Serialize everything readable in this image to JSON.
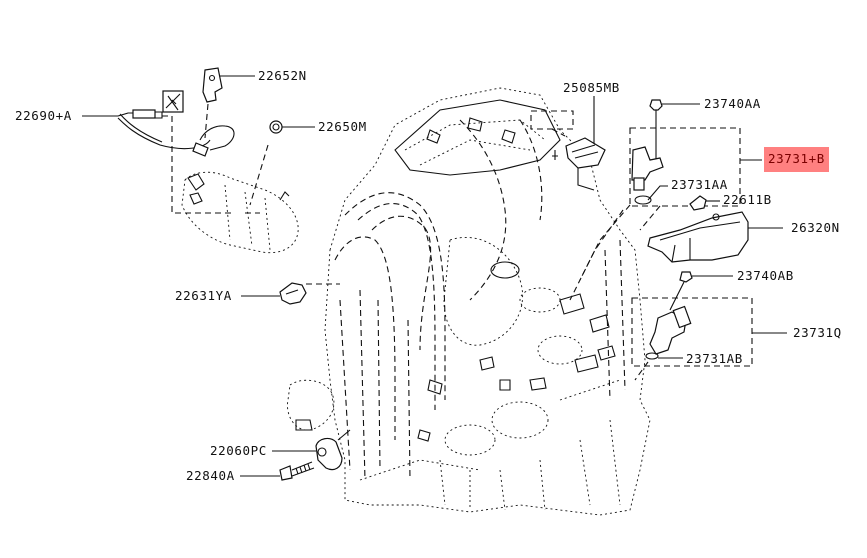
{
  "diagram": {
    "title": "Engine sensor parts diagram",
    "highlight_color": "#ff8080",
    "highlight_text_color": "#7a0000",
    "callouts": [
      {
        "id": "22652N",
        "label": "22652N",
        "highlighted": false
      },
      {
        "id": "22690+A",
        "label": "22690+A",
        "highlighted": false
      },
      {
        "id": "22650M",
        "label": "22650M",
        "highlighted": false
      },
      {
        "id": "25085MB",
        "label": "25085MB",
        "highlighted": false
      },
      {
        "id": "23740AA",
        "label": "23740AA",
        "highlighted": false
      },
      {
        "id": "23731+B",
        "label": "23731+B",
        "highlighted": true
      },
      {
        "id": "23731AA",
        "label": "23731AA",
        "highlighted": false
      },
      {
        "id": "22611B",
        "label": "22611B",
        "highlighted": false
      },
      {
        "id": "26320N",
        "label": "26320N",
        "highlighted": false
      },
      {
        "id": "23740AB",
        "label": "23740AB",
        "highlighted": false
      },
      {
        "id": "22631YA",
        "label": "22631YA",
        "highlighted": false
      },
      {
        "id": "23731Q",
        "label": "23731Q",
        "highlighted": false
      },
      {
        "id": "23731AB",
        "label": "23731AB",
        "highlighted": false
      },
      {
        "id": "22060PC",
        "label": "22060PC",
        "highlighted": false
      },
      {
        "id": "22840A",
        "label": "22840A",
        "highlighted": false
      }
    ]
  }
}
